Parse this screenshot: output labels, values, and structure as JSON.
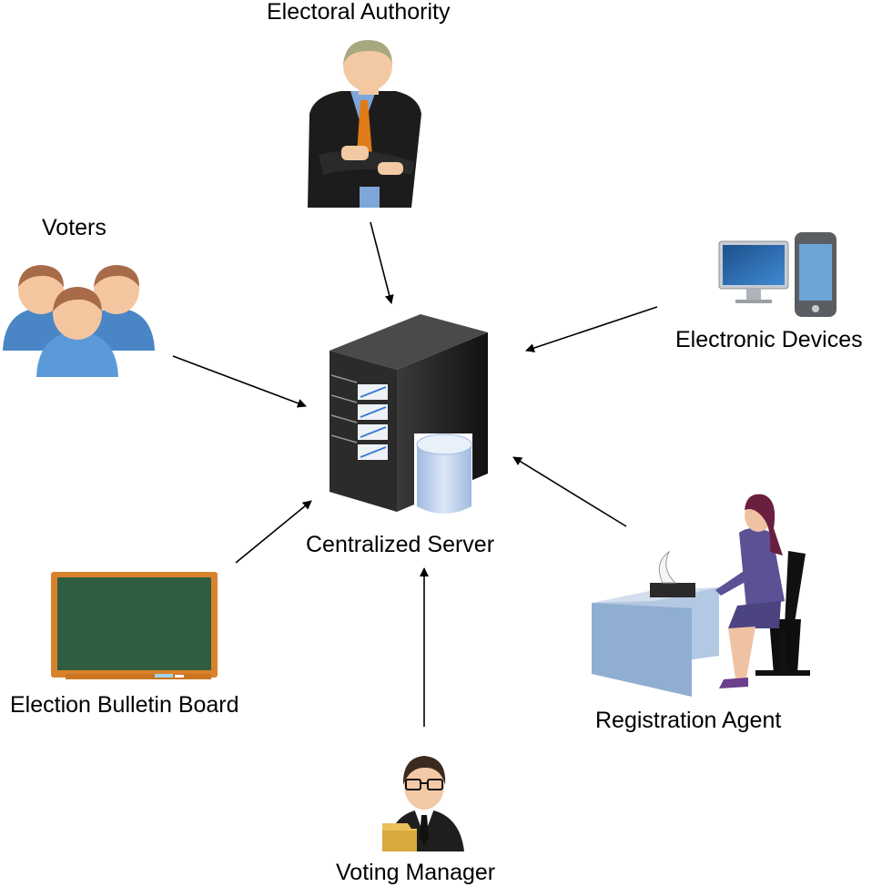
{
  "nodes": {
    "electoral_authority": {
      "label": "Electoral Authority",
      "icon": "businessman-arms-crossed-icon"
    },
    "voters": {
      "label": "Voters",
      "icon": "user-group-icon"
    },
    "electronic_devices": {
      "label": "Electronic Devices",
      "icon": "monitor-and-phone-icon"
    },
    "centralized_server": {
      "label": "Centralized Server",
      "icon": "server-tower-with-database-icon"
    },
    "bulletin_board": {
      "label": "Election Bulletin Board",
      "icon": "chalkboard-icon"
    },
    "registration_agent": {
      "label": "Registration Agent",
      "icon": "woman-at-desk-icon"
    },
    "voting_manager": {
      "label": "Voting Manager",
      "icon": "man-with-folder-icon"
    }
  },
  "edges": [
    {
      "from": "electoral_authority",
      "to": "centralized_server"
    },
    {
      "from": "voters",
      "to": "centralized_server"
    },
    {
      "from": "electronic_devices",
      "to": "centralized_server"
    },
    {
      "from": "bulletin_board",
      "to": "centralized_server"
    },
    {
      "from": "registration_agent",
      "to": "centralized_server"
    },
    {
      "from": "voting_manager",
      "to": "centralized_server"
    }
  ],
  "colors": {
    "arrow": "#000000",
    "server_body": "#2b2b2b",
    "database": "#b8cde8",
    "chalkboard": "#2f5d40",
    "chalkboard_frame": "#d9822b",
    "desk": "#98b4d4",
    "suit": "#1e1e1e",
    "shirt_blue": "#7ea6d8"
  }
}
